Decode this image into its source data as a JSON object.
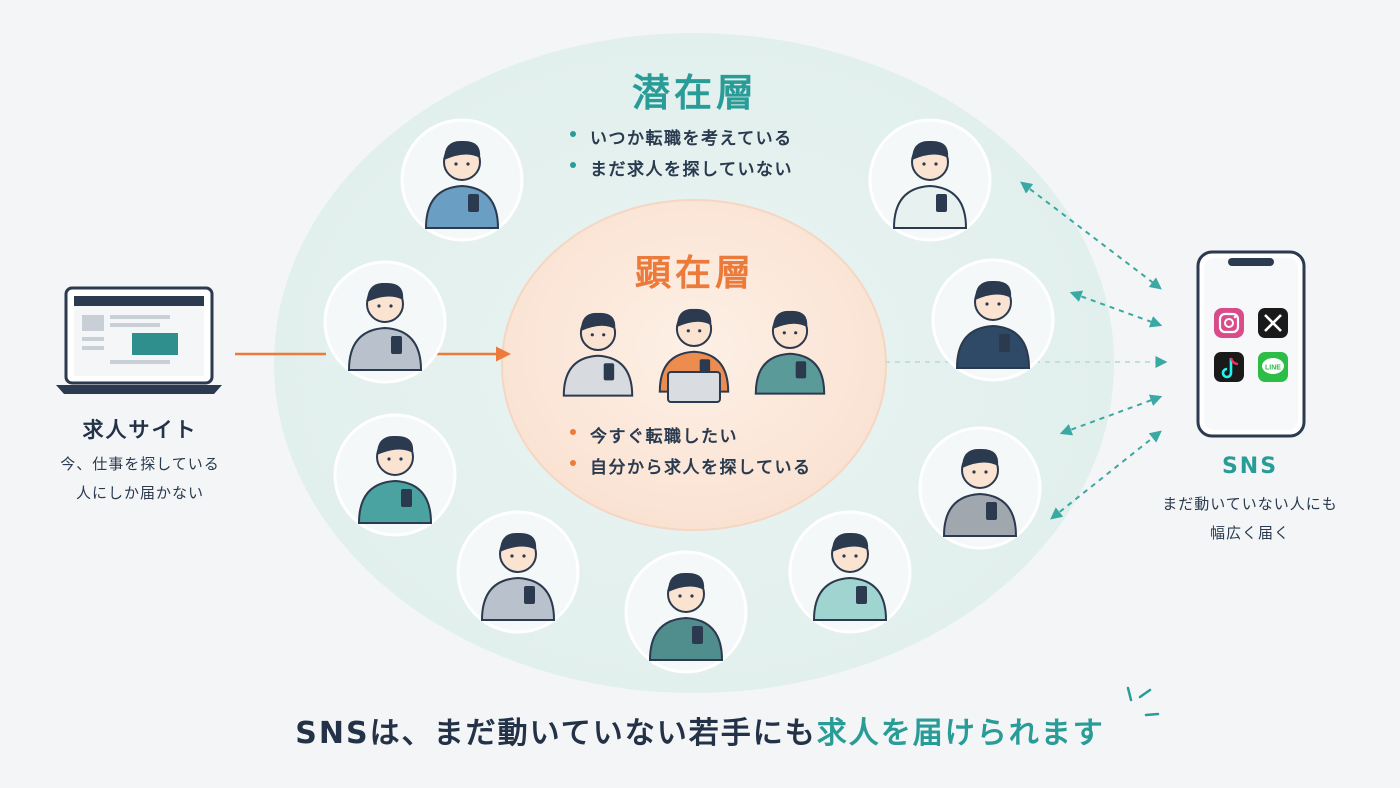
{
  "latent": {
    "title": "潜在層",
    "bullets": [
      "いつか転職を考えている",
      "まだ求人を探していない"
    ]
  },
  "active": {
    "title": "顕在層",
    "bullets": [
      "今すぐ転職したい",
      "自分から求人を探している"
    ]
  },
  "job_site": {
    "title": "求人サイト",
    "desc_lines": [
      "今、仕事を探している",
      "人にしか届かない"
    ]
  },
  "sns": {
    "title": "SNS",
    "desc_lines": [
      "まだ動いていない人にも",
      "幅広く届く"
    ],
    "apps": [
      {
        "icon": "instagram-icon"
      },
      {
        "icon": "x-icon"
      },
      {
        "icon": "tiktok-icon"
      },
      {
        "icon": "line-icon",
        "label": "LINE"
      }
    ]
  },
  "footer": {
    "part1": "SNSは、まだ動いていない若手にも",
    "part2": "求人を届けられます"
  },
  "colors": {
    "teal": "#2a9c98",
    "orange": "#ec7a3a",
    "navy": "#233247",
    "outer_circle": "#e4f1ef",
    "inner_circle": "#fbe9dd"
  }
}
